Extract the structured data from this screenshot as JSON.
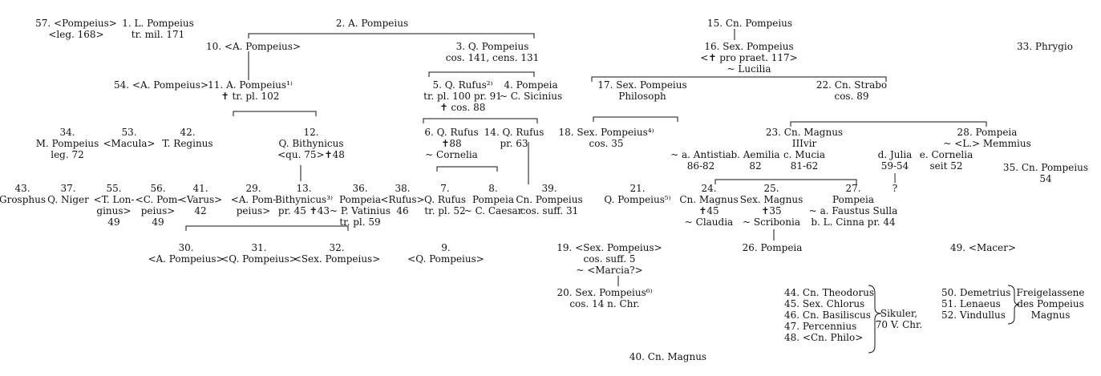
{
  "nodes": [
    {
      "id": "n57",
      "lines": [
        "57. <Pompeius>",
        "<leg. 168>"
      ]
    },
    {
      "id": "n1",
      "lines": [
        "1. L. Pompeius",
        "tr. mil. 171"
      ]
    },
    {
      "id": "n2",
      "lines": [
        "2. A. Pompeius"
      ]
    },
    {
      "id": "n10",
      "lines": [
        "10. <A. Pompeius>"
      ]
    },
    {
      "id": "n3",
      "lines": [
        "3. Q. Pompeius",
        "cos. 141, cens. 131"
      ]
    },
    {
      "id": "n54",
      "lines": [
        "54. <A. Pompeius>"
      ]
    },
    {
      "id": "n11",
      "lines": [
        "11. A. Pompeius¹⁾",
        "✝ tr. pl. 102"
      ]
    },
    {
      "id": "n5",
      "lines": [
        "5. Q. Rufus²⁾",
        "tr. pl. 100 pr. 91",
        "✝ cos. 88"
      ]
    },
    {
      "id": "n4",
      "lines": [
        "4. Pompeia",
        "~ C. Sicinius"
      ]
    },
    {
      "id": "n15",
      "lines": [
        "15. Cn. Pompeius"
      ]
    },
    {
      "id": "n16",
      "lines": [
        "16. Sex. Pompeius",
        "<✝ pro praet. 117>",
        "~ Lucilia"
      ]
    },
    {
      "id": "n33",
      "lines": [
        "33. Phrygio"
      ]
    },
    {
      "id": "n17",
      "lines": [
        "17. Sex. Pompeius",
        "Philosoph"
      ]
    },
    {
      "id": "n22",
      "lines": [
        "22. Cn. Strabo",
        "cos. 89"
      ]
    },
    {
      "id": "n34",
      "lines": [
        "34.",
        "M. Pompeius",
        "leg. 72"
      ]
    },
    {
      "id": "n53",
      "lines": [
        "53.",
        "<Macula>"
      ]
    },
    {
      "id": "n42",
      "lines": [
        "42.",
        "T. Reginus"
      ]
    },
    {
      "id": "n12",
      "lines": [
        "12.",
        "Q. Bithynicus",
        "<qu. 75>✝48"
      ]
    },
    {
      "id": "n6",
      "lines": [
        "6. Q. Rufus",
        "✝88",
        "~ Cornelia"
      ]
    },
    {
      "id": "n14",
      "lines": [
        "14. Q. Rufus",
        "pr. 63"
      ]
    },
    {
      "id": "n18",
      "lines": [
        "18. Sex. Pompeius⁴⁾",
        "cos. 35"
      ]
    },
    {
      "id": "n23",
      "lines": [
        "23. Cn. Magnus",
        "IIIvir"
      ]
    },
    {
      "id": "n28",
      "lines": [
        "28. Pompeia",
        "~ <L.> Memmius"
      ]
    },
    {
      "id": "wa",
      "lines": [
        "~ a. Antistia",
        "86-82"
      ]
    },
    {
      "id": "wb",
      "lines": [
        "b. Aemilia",
        "82"
      ]
    },
    {
      "id": "wc",
      "lines": [
        "c. Mucia",
        "81-62"
      ]
    },
    {
      "id": "wd",
      "lines": [
        "d. Julia",
        "59-54",
        "|",
        "?"
      ]
    },
    {
      "id": "we",
      "lines": [
        "e. Cornelia",
        "seit 52"
      ]
    },
    {
      "id": "n35",
      "lines": [
        "35. Cn. Pompeius",
        "54"
      ]
    },
    {
      "id": "n43",
      "lines": [
        "43.",
        "Grosphus"
      ]
    },
    {
      "id": "n37",
      "lines": [
        "37.",
        "Q. Niger"
      ]
    },
    {
      "id": "n55",
      "lines": [
        "55.",
        "<T. Lon-",
        "ginus>",
        "49"
      ]
    },
    {
      "id": "n56",
      "lines": [
        "56.",
        "<C. Pom-",
        "peius>",
        "49"
      ]
    },
    {
      "id": "n41",
      "lines": [
        "41.",
        "<Varus>",
        "42"
      ]
    },
    {
      "id": "n29",
      "lines": [
        "29.",
        "<A. Pom-",
        "peius>"
      ]
    },
    {
      "id": "n13",
      "lines": [
        "13.",
        "Bithynicus³⁾",
        "pr. 45 ✝43"
      ]
    },
    {
      "id": "n36",
      "lines": [
        "36.",
        "Pompeia",
        "~ P. Vatinius",
        "tr. pl. 59"
      ]
    },
    {
      "id": "n38",
      "lines": [
        "38.",
        "<Rufus>",
        "46"
      ]
    },
    {
      "id": "n7",
      "lines": [
        "7.",
        "Q. Rufus",
        "tr. pl. 52"
      ]
    },
    {
      "id": "n8",
      "lines": [
        "8.",
        "Pompeia",
        "~ C. Caesar"
      ]
    },
    {
      "id": "n39",
      "lines": [
        "39.",
        "Cn. Pompeius",
        "cos. suff. 31"
      ]
    },
    {
      "id": "n21",
      "lines": [
        "21.",
        "Q. Pompeius⁵⁾"
      ]
    },
    {
      "id": "n24",
      "lines": [
        "24.",
        "Cn. Magnus",
        "✝45",
        "~ Claudia"
      ]
    },
    {
      "id": "n25",
      "lines": [
        "25.",
        "Sex. Magnus",
        "✝35",
        "~ Scribonia"
      ]
    },
    {
      "id": "n27",
      "lines": [
        "27.",
        "Pompeia",
        "~ a. Faustus Sulla",
        "b. L. Cinna pr. 44"
      ]
    },
    {
      "id": "n30",
      "lines": [
        "30.",
        "<A. Pompeius>"
      ]
    },
    {
      "id": "n31",
      "lines": [
        "31.",
        "<Q. Pompeius>"
      ]
    },
    {
      "id": "n32",
      "lines": [
        "32.",
        "<Sex. Pompeius>"
      ]
    },
    {
      "id": "n9",
      "lines": [
        "9.",
        "<Q. Pompeius>"
      ]
    },
    {
      "id": "n19",
      "lines": [
        "19.  <Sex. Pompeius>",
        "cos. suff. 5",
        "~ <Marcia?>"
      ]
    },
    {
      "id": "n26",
      "lines": [
        "26. Pompeia"
      ]
    },
    {
      "id": "n49",
      "lines": [
        "49.  <Macer>"
      ]
    },
    {
      "id": "n20",
      "lines": [
        "20. Sex. Pompeius⁶⁾",
        "cos. 14 n. Chr."
      ]
    },
    {
      "id": "n40",
      "lines": [
        "40. Cn. Magnus"
      ]
    }
  ],
  "sikuler": {
    "names": [
      "44. Cn. Theodorus",
      "45. Sex. Chlorus",
      "46. Cn. Basiliscus",
      "47. Percennius",
      "48. <Cn. Philo>"
    ],
    "label": [
      "Sikuler,",
      "70 V. Chr."
    ]
  },
  "freigelassene": {
    "names": [
      "50. Demetrius",
      "51. Lenaeus",
      "52. Vindullus"
    ],
    "label": [
      "Freigelassene",
      "des Pompeius",
      "Magnus"
    ]
  }
}
